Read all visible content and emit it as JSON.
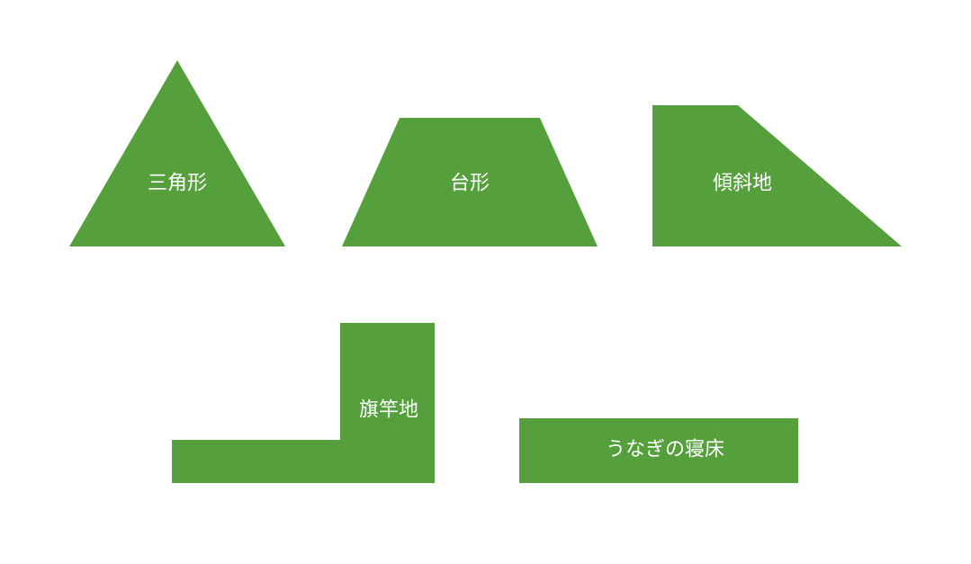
{
  "color": "#55a03c",
  "shapes": {
    "triangle": {
      "label": "三角形"
    },
    "trapezoid": {
      "label": "台形"
    },
    "slope": {
      "label": "傾斜地"
    },
    "flag_lot": {
      "label": "旗竿地"
    },
    "eel_bed": {
      "label": "うなぎの寝床"
    }
  }
}
